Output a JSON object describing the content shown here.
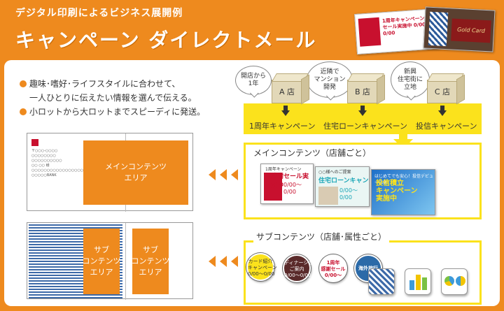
{
  "header": {
    "subtitle": "デジタル印刷によるビジネス展開例",
    "title": "キャンペーン ダイレクトメール"
  },
  "thumbnails": {
    "card1_text": "1周年キャンペーン 感謝セール実施中 0/00～0/00",
    "card2_text": "Gold Card"
  },
  "bullets": {
    "line1": "趣味･嗜好･ライフスタイルに合わせて、",
    "line2": "一人ひとりに伝えたい情報を選んで伝える。",
    "line3": "小ロットから大ロットまでスピーディに発送。"
  },
  "stores": [
    {
      "bubble": "開店から\n1年",
      "box": "A 店",
      "campaign": "1周年キャンペーン"
    },
    {
      "bubble": "近隣で\nマンション\n開発",
      "box": "B 店",
      "campaign": "住宅ローンキャンペーン"
    },
    {
      "bubble": "新興\n住宅街に\n立地",
      "box": "C 店",
      "campaign": "投信キャンペーン"
    }
  ],
  "main_contents": {
    "label": "メインコンテンツ（店舗ごと）",
    "leaflet1": {
      "small": "1周年キャンペーン",
      "headline": "感謝セール実施中",
      "date": "0/00～0/00"
    },
    "leaflet2": {
      "small": "○○様へのご提案",
      "headline": "住宅ローンキャンペーン",
      "date": "0/00～0/00"
    },
    "leaflet3": {
      "small": "はじめてでも安心！投信デビュー応援",
      "headline": "投信積立\nキャンペーン\n実施中"
    }
  },
  "sub_contents": {
    "label": "サブコンテンツ（店舗･属性ごと）",
    "circle1": "カード紹介\nキャンペーン\n0/00～0/00",
    "circle2": "ディナーショー\nご案内\n0/00～0/00",
    "circle3": "1周年\n感謝セール\n0/00～",
    "circle4": "海外旅行"
  },
  "layout_left": {
    "main_area": "メインコンテンツ\nエリア",
    "sub_area1": "サブ\nコンテンツ\nエリア",
    "sub_area2": "サブ\nコンテンツ\nエリア",
    "address_lines": "〒○○○-○○○○\n○○○○○○○○\n○○○○○○○○○○\n○○ ○○ 様\n○○○○○○○○○○○○○○○○○\n○○○○○BANK"
  },
  "colors": {
    "accent": "#ee8a1e",
    "yellow": "#fbe21c",
    "red": "#c8102e",
    "blue": "#3d6aa8"
  }
}
